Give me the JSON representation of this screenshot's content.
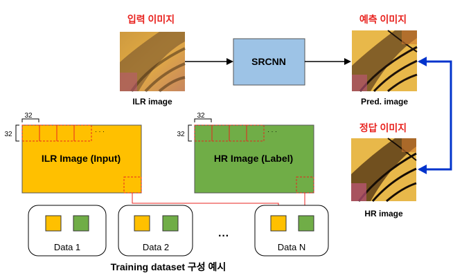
{
  "colors": {
    "red_title": "#e8231f",
    "srcnn_fill": "#9dc3e6",
    "ilr_fill": "#ffc000",
    "hr_fill": "#70ad47",
    "blue_arrow": "#0033cc"
  },
  "top": {
    "input_title": "입력 이미지",
    "pred_title": "예측 이미지",
    "gt_title": "정답 이미지",
    "srcnn_label": "SRCNN",
    "ilr_caption": "ILR image",
    "pred_caption": "Pred. image",
    "hr_caption": "HR image"
  },
  "middle": {
    "ilr_box_label": "ILR Image (Input)",
    "hr_box_label": "HR Image (Label)",
    "patch_size_w": "32",
    "patch_size_h": "32",
    "ellipsis": "· · ·"
  },
  "bottom": {
    "data_labels": [
      "Data 1",
      "Data 2",
      "Data N"
    ],
    "dots": "···",
    "caption": "Training dataset 구성 예시"
  }
}
